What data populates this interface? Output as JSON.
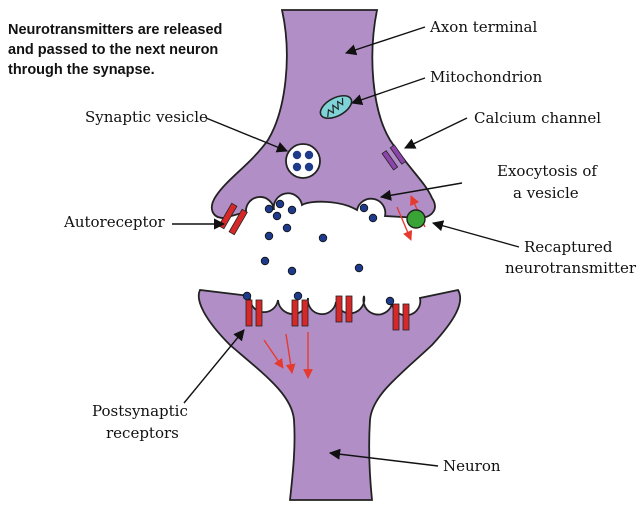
{
  "caption": {
    "lines": [
      "Neurotransmitters are released",
      "and passed to the next neuron",
      "through the synapse."
    ]
  },
  "labels": {
    "axon_terminal": "Axon terminal",
    "mitochondrion": "Mitochondrion",
    "synaptic_vesicle": "Synaptic vesicle",
    "calcium_channel": "Calcium channel",
    "exocytosis_line1": "Exocytosis of",
    "exocytosis_line2": "a vesicle",
    "autoreceptor": "Autoreceptor",
    "recaptured_line1": "Recaptured",
    "recaptured_line2": "neurotransmitter",
    "postsynaptic_line1": "Postsynaptic",
    "postsynaptic_line2": "receptors",
    "neuron": "Neuron"
  },
  "colors": {
    "cell_fill": "#b18fc6",
    "outline": "#222222",
    "neurotransmitter": "#1e3a8a",
    "receptor": "#d62828",
    "calcium_channel": "#8e44ad",
    "mitochondrion": "#7fd3d8",
    "recaptured": "#3aa335",
    "signal_arrow": "#e63a2e"
  },
  "icons": {
    "mitochondrion": "mitochondrion-organelle",
    "vesicle": "synaptic-vesicle-circle",
    "receptor": "receptor-channel-pair",
    "neurotransmitter": "neurotransmitter-dot"
  }
}
